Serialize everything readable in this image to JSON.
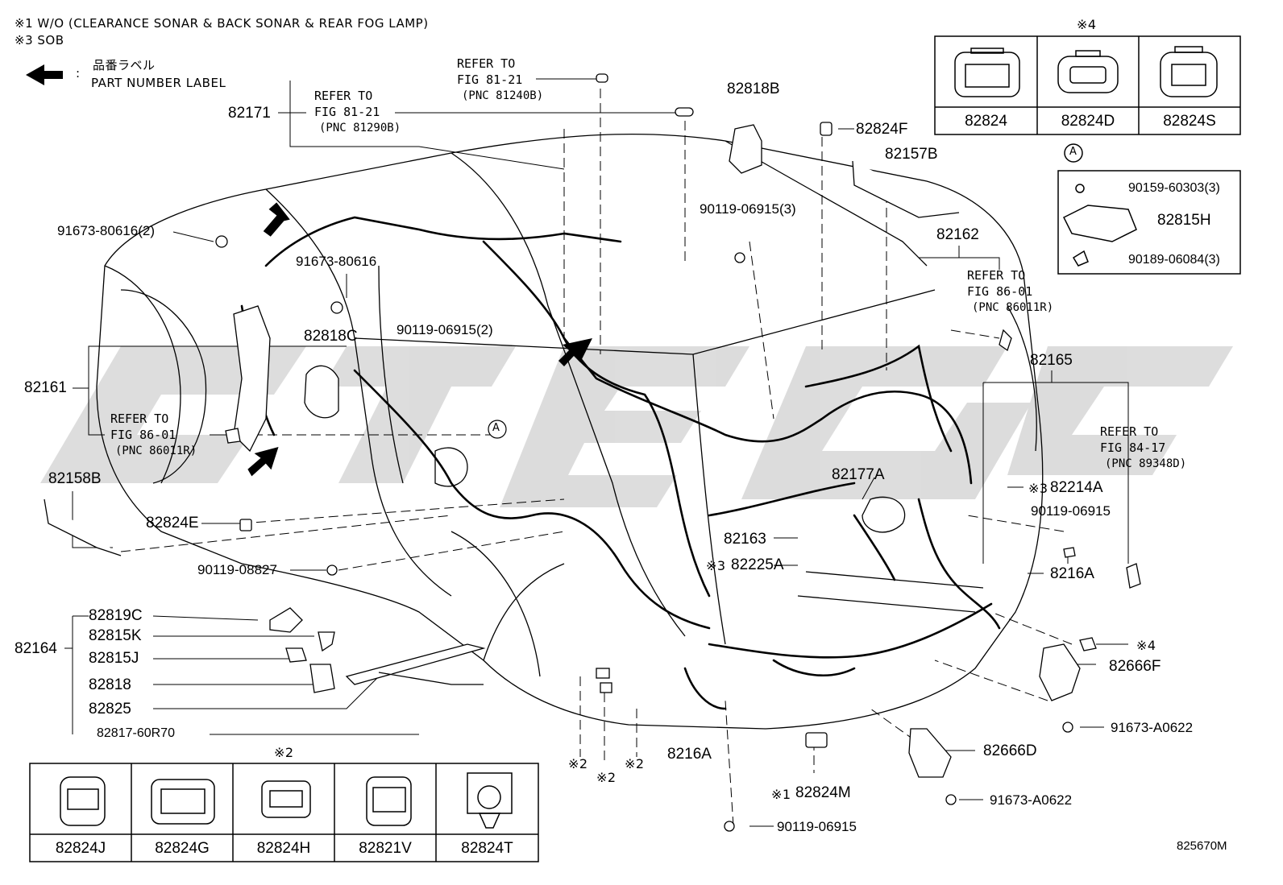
{
  "notes": {
    "n1": "※1 W/O (CLEARANCE SONAR & BACK SONAR & REAR FOG LAMP)",
    "n3": "※3 SOB",
    "label_jp": "品番ラベル",
    "label_en": "PART NUMBER LABEL",
    "colon": ":"
  },
  "refs": {
    "r1": {
      "line1": "REFER TO",
      "line2": "FIG 81-21",
      "line3": "(PNC 81240B)"
    },
    "r2": {
      "line1": "REFER TO",
      "line2": "FIG 81-21",
      "line3": "(PNC 81290B)"
    },
    "r3": {
      "line1": "REFER TO",
      "line2": "FIG 86-01",
      "line3": "(PNC 86011R)"
    },
    "r4": {
      "line1": "REFER TO",
      "line2": "FIG 86-01",
      "line3": "(PNC 86011R)"
    },
    "r5": {
      "line1": "REFER TO",
      "line2": "FIG 84-17",
      "line3": "(PNC 89348D)"
    }
  },
  "parts": {
    "p82171": "82171",
    "p82818B": "82818B",
    "p82824F": "82824F",
    "p82157B": "82157B",
    "p91673_80616_2": "91673-80616(2)",
    "p91673_80616": "91673-80616",
    "p90119_06915_3": "90119-06915(3)",
    "p82162": "82162",
    "p90119_06915_2": "90119-06915(2)",
    "p82818C": "82818C",
    "p82161": "82161",
    "p82165": "82165",
    "p82158B": "82158B",
    "p82177A": "82177A",
    "p82214A": "82214A",
    "p90119_06915_a": "90119-06915",
    "p82824E": "82824E",
    "p82163": "82163",
    "p82225A": "82225A",
    "p8216A_r": "8216A",
    "p90119_08827": "90119-08827",
    "p82819C": "82819C",
    "p82815K": "82815K",
    "p82815J": "82815J",
    "p82818": "82818",
    "p82825": "82825",
    "p82817_60R70": "82817-60R70",
    "p82164": "82164",
    "p82666F": "82666F",
    "p91673_A0622_a": "91673-A0622",
    "p82666D": "82666D",
    "p91673_A0622_b": "91673-A0622",
    "p8216A_b": "8216A",
    "p82824M": "82824M",
    "p90119_06915_b": "90119-06915",
    "diagram_code": "825670M"
  },
  "marks": {
    "m3a": "※3",
    "m3b": "※3",
    "m4": "※4",
    "m2a": "※2",
    "m2b": "※2",
    "m2c": "※2",
    "m1": "※1",
    "circleA": "A"
  },
  "box_top_right": {
    "header": "※4",
    "cells": [
      "82824",
      "82824D",
      "82824S"
    ]
  },
  "box_a": {
    "circle": "A",
    "items": [
      "90159-60303(3)",
      "82815H",
      "90189-06084(3)"
    ]
  },
  "box_bottom_left": {
    "header": "※2",
    "cells": [
      "82824J",
      "82824G",
      "82824H",
      "82821V",
      "82824T"
    ]
  },
  "colors": {
    "line": "#000000",
    "watermark": "#d0d0d0"
  }
}
